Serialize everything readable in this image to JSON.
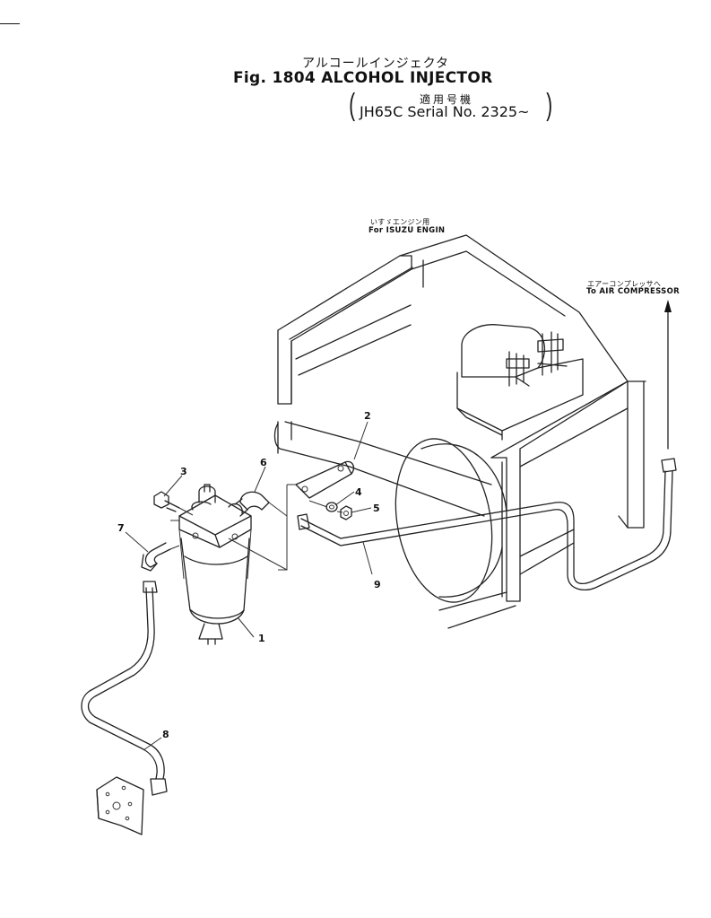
{
  "header": {
    "jp_title": "アルコールインジェクタ",
    "fig_title": "Fig. 1804 ALCOHOL INJECTOR",
    "jp_applicable": "適用号機",
    "serial": "JH65C Serial No. 2325~"
  },
  "annotations": {
    "isuzu_jp": "いすゞエンジン用",
    "isuzu_en": "For ISUZU ENGIN",
    "air_jp": "エアーコンプレッサへ",
    "air_en": "To AIR COMPRESSOR"
  },
  "callouts": [
    "1",
    "2",
    "3",
    "4",
    "5",
    "6",
    "7",
    "8",
    "9"
  ]
}
